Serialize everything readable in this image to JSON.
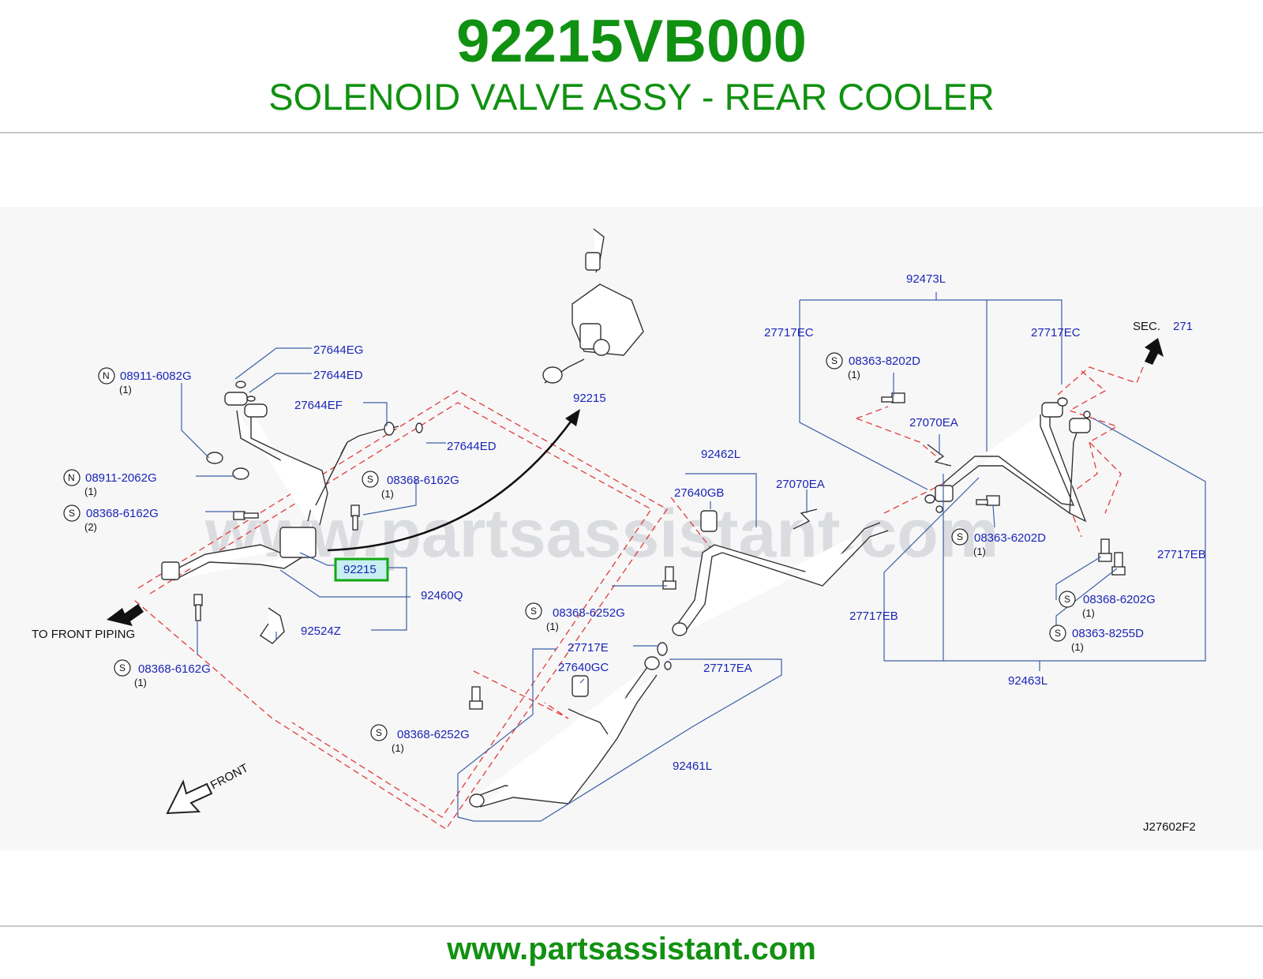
{
  "header": {
    "part_number": "92215VB000",
    "part_name": "SOLENOID VALVE ASSY - REAR COOLER"
  },
  "footer": {
    "url": "www.partsassistant.com"
  },
  "diagram": {
    "watermark": "www.partsassistant.com",
    "code": "J27602F2",
    "highlighted_part": "92215",
    "front_label": "FRONT",
    "to_front_piping": "TO  FRONT  PIPING",
    "sec_prefix": "SEC.",
    "sec_number": "271",
    "labels": {
      "l27644EG": "27644EG",
      "l27644ED_a": "27644ED",
      "l27644EF": "27644EF",
      "l27644ED_b": "27644ED",
      "l08911_6082G": "08911-6082G",
      "q08911_6082G": "(1)",
      "l08911_2062G": "08911-2062G",
      "q08911_2062G": "(1)",
      "l08368_6162G_a": "08368-6162G",
      "q08368_6162G_a": "(2)",
      "l08368_6162G_b": "08368-6162G",
      "q08368_6162G_b": "(1)",
      "l08368_6162G_c": "08368-6162G",
      "q08368_6162G_c": "(1)",
      "l92460Q": "92460Q",
      "l92524Z": "92524Z",
      "l92215_top": "92215",
      "l92462L": "92462L",
      "l27640GB": "27640GB",
      "l27070EA_a": "27070EA",
      "l27070EA_b": "27070EA",
      "l08368_6252G_a": "08368-6252G",
      "q08368_6252G_a": "(1)",
      "l08368_6252G_b": "08368-6252G",
      "q08368_6252G_b": "(1)",
      "l27717E": "27717E",
      "l27640GC": "27640GC",
      "l27717EA": "27717EA",
      "l92461L": "92461L",
      "l92473L": "92473L",
      "l27717EC_a": "27717EC",
      "l27717EC_b": "27717EC",
      "l08363_8202D": "08363-8202D",
      "q08363_8202D": "(1)",
      "l08363_6202D": "08363-6202D",
      "q08363_6202D": "(1)",
      "l27717EB_a": "27717EB",
      "l27717EB_b": "27717EB",
      "l08368_6202G": "08368-6202G",
      "q08368_6202G": "(1)",
      "l08363_8255D": "08363-8255D",
      "q08363_8255D": "(1)",
      "l92463L": "92463L"
    },
    "markers": {
      "n": "N",
      "s": "S"
    },
    "colors": {
      "accent_green": "#119111",
      "label_blue": "#1a25b8",
      "leader_blue": "#3c5fa8",
      "dash_red": "#e23b3b"
    }
  }
}
